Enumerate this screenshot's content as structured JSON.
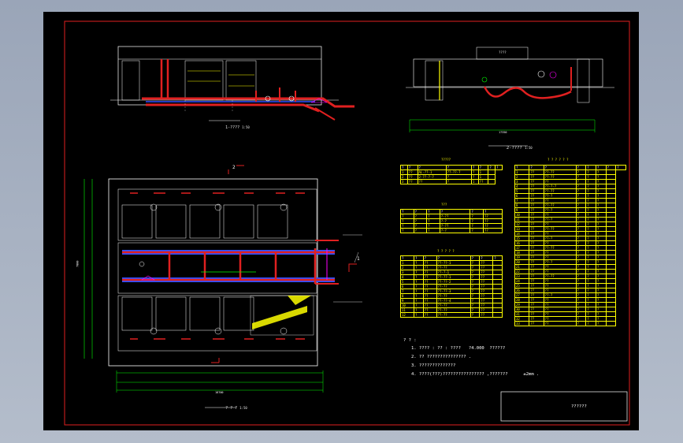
{
  "drawing": {
    "section1_title": "1-????",
    "section1_scale": "1:50",
    "section2_title": "2-????",
    "section2_scale": "1:50",
    "plan_title": "? ? ?",
    "plan_scale": "1:50",
    "section_marker_1": "1",
    "section_marker_2": "2",
    "label_top_right": "????",
    "dim_total_plan": "18700",
    "dim_height_plan": "7800",
    "dim_section2": "17350"
  },
  "tables": {
    "table_a": {
      "title": "?????",
      "rows": [
        [
          "?",
          "?",
          "?",
          "?",
          "?",
          "?",
          "?",
          "?"
        ],
        [
          "1",
          "??",
          "AL-??-1",
          "??-??-?",
          "?",
          "1",
          ""
        ],
        [
          "2",
          "??",
          "2-??-?-?",
          "?",
          "?",
          "1",
          ""
        ],
        [
          "3",
          "??",
          "??",
          "?",
          "1",
          "??",
          ""
        ]
      ]
    },
    "table_b": {
      "title": "???",
      "rows": [
        [
          "?",
          "?",
          "?",
          "?",
          "?",
          "?"
        ],
        [
          "?",
          "?",
          "?",
          "?-??",
          "?",
          "??"
        ],
        [
          "?",
          "?",
          "?",
          "?-?",
          "?",
          "??"
        ],
        [
          "?",
          "?",
          "?",
          "?-??",
          "?",
          "??"
        ],
        [
          "?",
          "?",
          "?",
          "?-?",
          "?",
          "??"
        ]
      ]
    },
    "table_c": {
      "title": "? ? ? ? ?",
      "rows": [
        [
          "?",
          "?",
          "?",
          "?",
          "?",
          "?",
          "?"
        ],
        [
          "1",
          "?",
          "??",
          "??-??-1",
          "?",
          "??",
          ""
        ],
        [
          "2",
          "?",
          "??",
          "??-??",
          "?",
          "??",
          ""
        ],
        [
          "3",
          "?",
          "??",
          "??-?-1",
          "?",
          "??",
          ""
        ],
        [
          "4",
          "?",
          "??",
          "??-??-1",
          "?",
          "??",
          ""
        ],
        [
          "5",
          "?",
          "??",
          "??-??-2",
          "?",
          "??",
          ""
        ],
        [
          "6",
          "?",
          "??",
          "??-??",
          "?",
          "??",
          ""
        ],
        [
          "7",
          "?",
          "??",
          "??-??-3",
          "?",
          "??",
          ""
        ],
        [
          "8",
          "?",
          "??",
          "??-??",
          "?",
          "??",
          ""
        ],
        [
          "9",
          "?",
          "??",
          "??-??-4",
          "?",
          "??",
          ""
        ],
        [
          "10",
          "?",
          "??",
          "??-??",
          "?",
          "??",
          ""
        ],
        [
          "11",
          "?",
          "??",
          "??-??",
          "?",
          "??",
          ""
        ],
        [
          "12",
          "?",
          "??",
          "??-??",
          "?",
          "??",
          ""
        ]
      ]
    },
    "table_d": {
      "title": "? ? ? ? ? ?",
      "rows": [
        [
          "?",
          "?",
          "?",
          "?",
          "?",
          "?",
          "?",
          "?"
        ],
        [
          "1",
          "??",
          "??-??",
          "?",
          "?",
          "?",
          ""
        ],
        [
          "2",
          "??",
          "??-??",
          "?",
          "?",
          "?",
          ""
        ],
        [
          "3",
          "??",
          "??",
          "?",
          "?",
          "?",
          ""
        ],
        [
          "4",
          "??",
          "??-?-?",
          "?",
          "?",
          "?",
          ""
        ],
        [
          "5",
          "??",
          "??-??",
          "?",
          "?",
          "?",
          ""
        ],
        [
          "6",
          "??",
          "??-?",
          "?",
          "?",
          "?",
          ""
        ],
        [
          "7",
          "??",
          "??",
          "?",
          "?",
          "?",
          ""
        ],
        [
          "8",
          "??",
          "??-??",
          "?",
          "?",
          "?",
          ""
        ],
        [
          "9",
          "??",
          "??-?",
          "?",
          "?",
          "?",
          ""
        ],
        [
          "10",
          "??",
          "??",
          "?",
          "?",
          "?",
          ""
        ],
        [
          "11",
          "??",
          "??-?",
          "?",
          "?",
          "?",
          ""
        ],
        [
          "12",
          "??",
          "??",
          "?",
          "?",
          "?",
          ""
        ],
        [
          "13",
          "??",
          "??-??",
          "?",
          "?",
          "?",
          ""
        ],
        [
          "14",
          "??",
          "??",
          "?",
          "?",
          "?",
          ""
        ],
        [
          "15",
          "??",
          "??-?",
          "?",
          "?",
          "?",
          ""
        ],
        [
          "16",
          "??",
          "??",
          "?",
          "?",
          "?",
          ""
        ],
        [
          "17",
          "??",
          "??-??",
          "?",
          "?",
          "?",
          ""
        ],
        [
          "18",
          "??",
          "??",
          "?",
          "?",
          "?",
          ""
        ],
        [
          "19",
          "??",
          "??",
          "?",
          "?",
          "?",
          ""
        ],
        [
          "20",
          "??",
          "??-?",
          "?",
          "?",
          "?",
          ""
        ],
        [
          "21",
          "??",
          "??",
          "?",
          "?",
          "?",
          ""
        ],
        [
          "22",
          "??",
          "??",
          "?",
          "?",
          "?",
          ""
        ],
        [
          "23",
          "??",
          "??-??",
          "?",
          "?",
          "?",
          ""
        ],
        [
          "24",
          "??",
          "??",
          "?",
          "?",
          "?",
          ""
        ],
        [
          "25",
          "??",
          "??",
          "?",
          "?",
          "?",
          ""
        ],
        [
          "26",
          "??",
          "??",
          "?",
          "?",
          "?",
          ""
        ],
        [
          "27",
          "??",
          "??-?",
          "?",
          "?",
          "?",
          ""
        ],
        [
          "28",
          "??",
          "??",
          "?",
          "?",
          "?",
          ""
        ],
        [
          "29",
          "??",
          "??",
          "?",
          "?",
          "?",
          ""
        ],
        [
          "30",
          "??",
          "??",
          "?",
          "?",
          "?",
          ""
        ],
        [
          "31",
          "??",
          "??",
          "?",
          "?",
          "?",
          ""
        ],
        [
          "32",
          "??",
          "??",
          "?",
          "?",
          "?",
          ""
        ],
        [
          "33",
          "??",
          "??",
          "?",
          "?",
          "?",
          ""
        ]
      ]
    }
  },
  "notes": {
    "heading": "? ? :",
    "line1": "1. ???? : ?? : ????   ?4.000  ??????",
    "line2": "2. ?? ??????????????? .",
    "line3": "3. ??????????????",
    "line4": "4. ????(???)???????????????? ,???????      ±2mm ."
  },
  "title_block": {
    "label": "??????"
  }
}
